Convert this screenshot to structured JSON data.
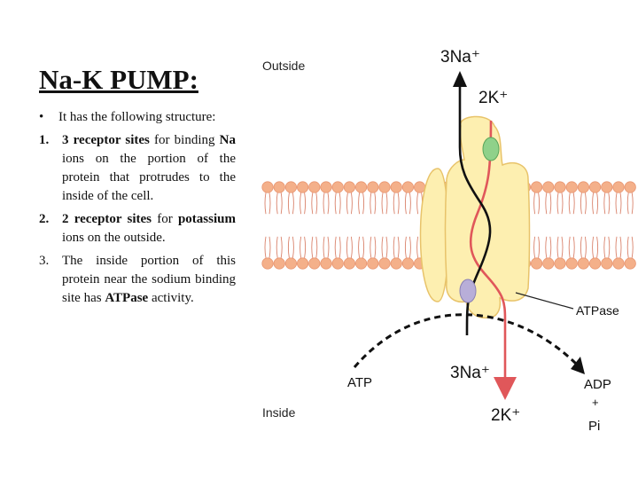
{
  "slide": {
    "title": "Na-K PUMP:",
    "bullet": {
      "marker": "•",
      "text": "It has the following structure:"
    },
    "items": [
      {
        "marker": "1.",
        "p1": "3 receptor sites",
        "p2": " for binding ",
        "p3": "Na",
        "p4": " ions on the portion of the protein that protrudes to the inside of the cell."
      },
      {
        "marker": "2.",
        "p1": "2 receptor sites",
        "p2": " for ",
        "p3": "potassium",
        "p4": " ions on the outside."
      },
      {
        "marker": "3.",
        "p1": "The inside portion of this protein near the sodium binding site has ",
        "p2": "ATPase",
        "p3": " activity."
      }
    ]
  },
  "diagram": {
    "outside_label": "Outside",
    "inside_label": "Inside",
    "na_out": "3Na⁺",
    "k_in_top": "2K⁺",
    "na_in": "3Na⁺",
    "k_out_bottom": "2K⁺",
    "atpase": "ATPase",
    "atp": "ATP",
    "adp": "ADP",
    "plus": "+",
    "pi": "Pi",
    "colors": {
      "membrane_head": "#f4b08a",
      "membrane_tail": "#d9826b",
      "protein_fill": "#fdefb0",
      "protein_stroke": "#e8c36a",
      "k_path": "#e0575a",
      "na_path": "#111111",
      "k_site": "#8fd18a",
      "na_site": "#b8aed8"
    }
  }
}
